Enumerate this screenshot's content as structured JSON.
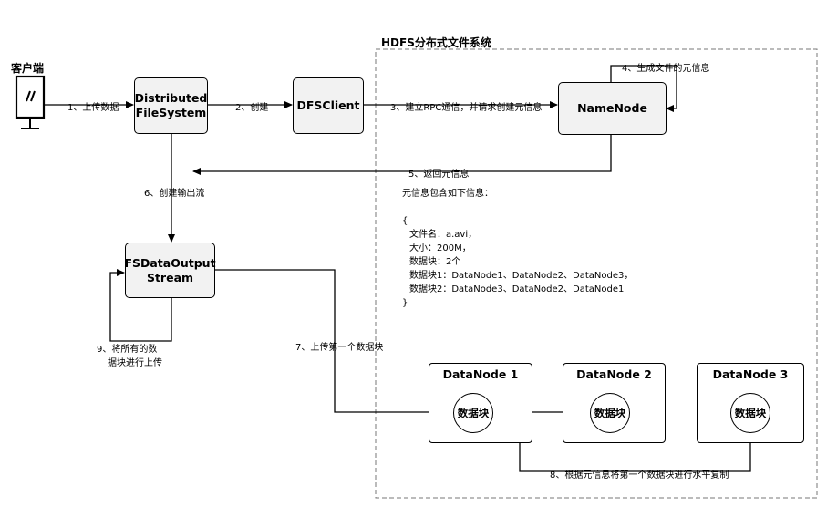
{
  "client": {
    "label": "客户端"
  },
  "group": {
    "title": "HDFS分布式文件系统"
  },
  "nodes": {
    "distributed_fs": "Distributed\nFileSystem",
    "dfs_client": "DFSClient",
    "name_node": "NameNode",
    "fs_output_stream": "FSDataOutput\nStream"
  },
  "datanodes": [
    {
      "title": "DataNode 1",
      "block": "数据块"
    },
    {
      "title": "DataNode 2",
      "block": "数据块"
    },
    {
      "title": "DataNode 3",
      "block": "数据块"
    }
  ],
  "steps": {
    "s1": "1、上传数据",
    "s2": "2、创建",
    "s3": "3、建立RPC通信，并请求创建元信息",
    "s4": "4、生成文件的元信息",
    "s5": "5、返回元信息",
    "s6": "6、创建输出流",
    "s7": "7、上传第一个数据块",
    "s8": "8、根据元信息将第一个数据块进行水平复制",
    "s9_line1": "9、将所有的数",
    "s9_line2": "据块进行上传"
  },
  "metadata": {
    "heading": "元信息包含如下信息：",
    "open_brace": "{",
    "filename": "文件名：a.avi，",
    "size": "大小：200M，",
    "block_count": "数据块：2个",
    "block1": "数据块1：DataNode1、DataNode2、DataNode3，",
    "block2": "数据块2：DataNode3、DataNode2、DataNode1",
    "close_brace": "}"
  }
}
